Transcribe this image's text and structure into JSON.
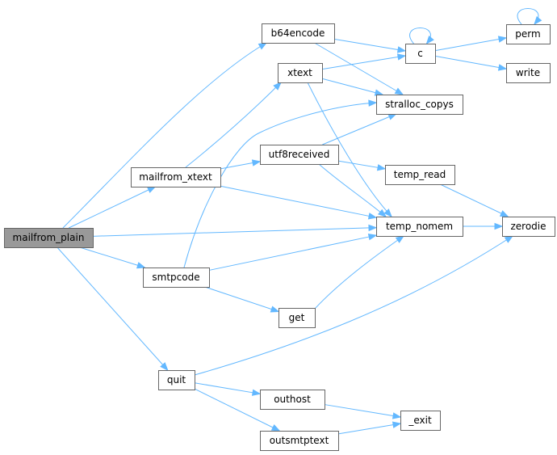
{
  "graph": {
    "root": "mailfrom_plain",
    "nodes": [
      {
        "id": "mailfrom_plain",
        "label": "mailfrom_plain"
      },
      {
        "id": "b64encode",
        "label": "b64encode"
      },
      {
        "id": "mailfrom_xtext",
        "label": "mailfrom_xtext"
      },
      {
        "id": "smtpcode",
        "label": "smtpcode"
      },
      {
        "id": "quit",
        "label": "quit"
      },
      {
        "id": "xtext",
        "label": "xtext"
      },
      {
        "id": "utf8received",
        "label": "utf8received"
      },
      {
        "id": "get",
        "label": "get"
      },
      {
        "id": "outhost",
        "label": "outhost"
      },
      {
        "id": "outsmtptext",
        "label": "outsmtptext"
      },
      {
        "id": "c",
        "label": "c"
      },
      {
        "id": "stralloc_copys",
        "label": "stralloc_copys"
      },
      {
        "id": "temp_read",
        "label": "temp_read"
      },
      {
        "id": "temp_nomem",
        "label": "temp_nomem"
      },
      {
        "id": "_exit",
        "label": "_exit"
      },
      {
        "id": "perm",
        "label": "perm"
      },
      {
        "id": "write",
        "label": "write"
      },
      {
        "id": "zerodie",
        "label": "zerodie"
      }
    ],
    "edges": [
      {
        "from": "mailfrom_plain",
        "to": "b64encode"
      },
      {
        "from": "mailfrom_plain",
        "to": "mailfrom_xtext"
      },
      {
        "from": "mailfrom_plain",
        "to": "temp_nomem"
      },
      {
        "from": "mailfrom_plain",
        "to": "smtpcode"
      },
      {
        "from": "mailfrom_plain",
        "to": "quit"
      },
      {
        "from": "b64encode",
        "to": "c"
      },
      {
        "from": "b64encode",
        "to": "stralloc_copys"
      },
      {
        "from": "mailfrom_xtext",
        "to": "xtext"
      },
      {
        "from": "mailfrom_xtext",
        "to": "utf8received"
      },
      {
        "from": "mailfrom_xtext",
        "to": "temp_nomem"
      },
      {
        "from": "xtext",
        "to": "c"
      },
      {
        "from": "xtext",
        "to": "stralloc_copys"
      },
      {
        "from": "xtext",
        "to": "temp_nomem"
      },
      {
        "from": "utf8received",
        "to": "stralloc_copys"
      },
      {
        "from": "utf8received",
        "to": "temp_read"
      },
      {
        "from": "utf8received",
        "to": "temp_nomem"
      },
      {
        "from": "smtpcode",
        "to": "stralloc_copys"
      },
      {
        "from": "smtpcode",
        "to": "temp_nomem"
      },
      {
        "from": "smtpcode",
        "to": "get"
      },
      {
        "from": "get",
        "to": "temp_nomem"
      },
      {
        "from": "quit",
        "to": "zerodie"
      },
      {
        "from": "quit",
        "to": "outhost"
      },
      {
        "from": "quit",
        "to": "outsmtptext"
      },
      {
        "from": "outhost",
        "to": "_exit"
      },
      {
        "from": "outsmtptext",
        "to": "_exit"
      },
      {
        "from": "c",
        "to": "c"
      },
      {
        "from": "c",
        "to": "perm"
      },
      {
        "from": "c",
        "to": "write"
      },
      {
        "from": "perm",
        "to": "perm"
      },
      {
        "from": "temp_read",
        "to": "zerodie"
      },
      {
        "from": "temp_nomem",
        "to": "zerodie"
      }
    ]
  },
  "colors": {
    "edge": "#63b8ff",
    "node_border": "#666666",
    "root_fill": "#999999",
    "node_fill": "#ffffff"
  }
}
